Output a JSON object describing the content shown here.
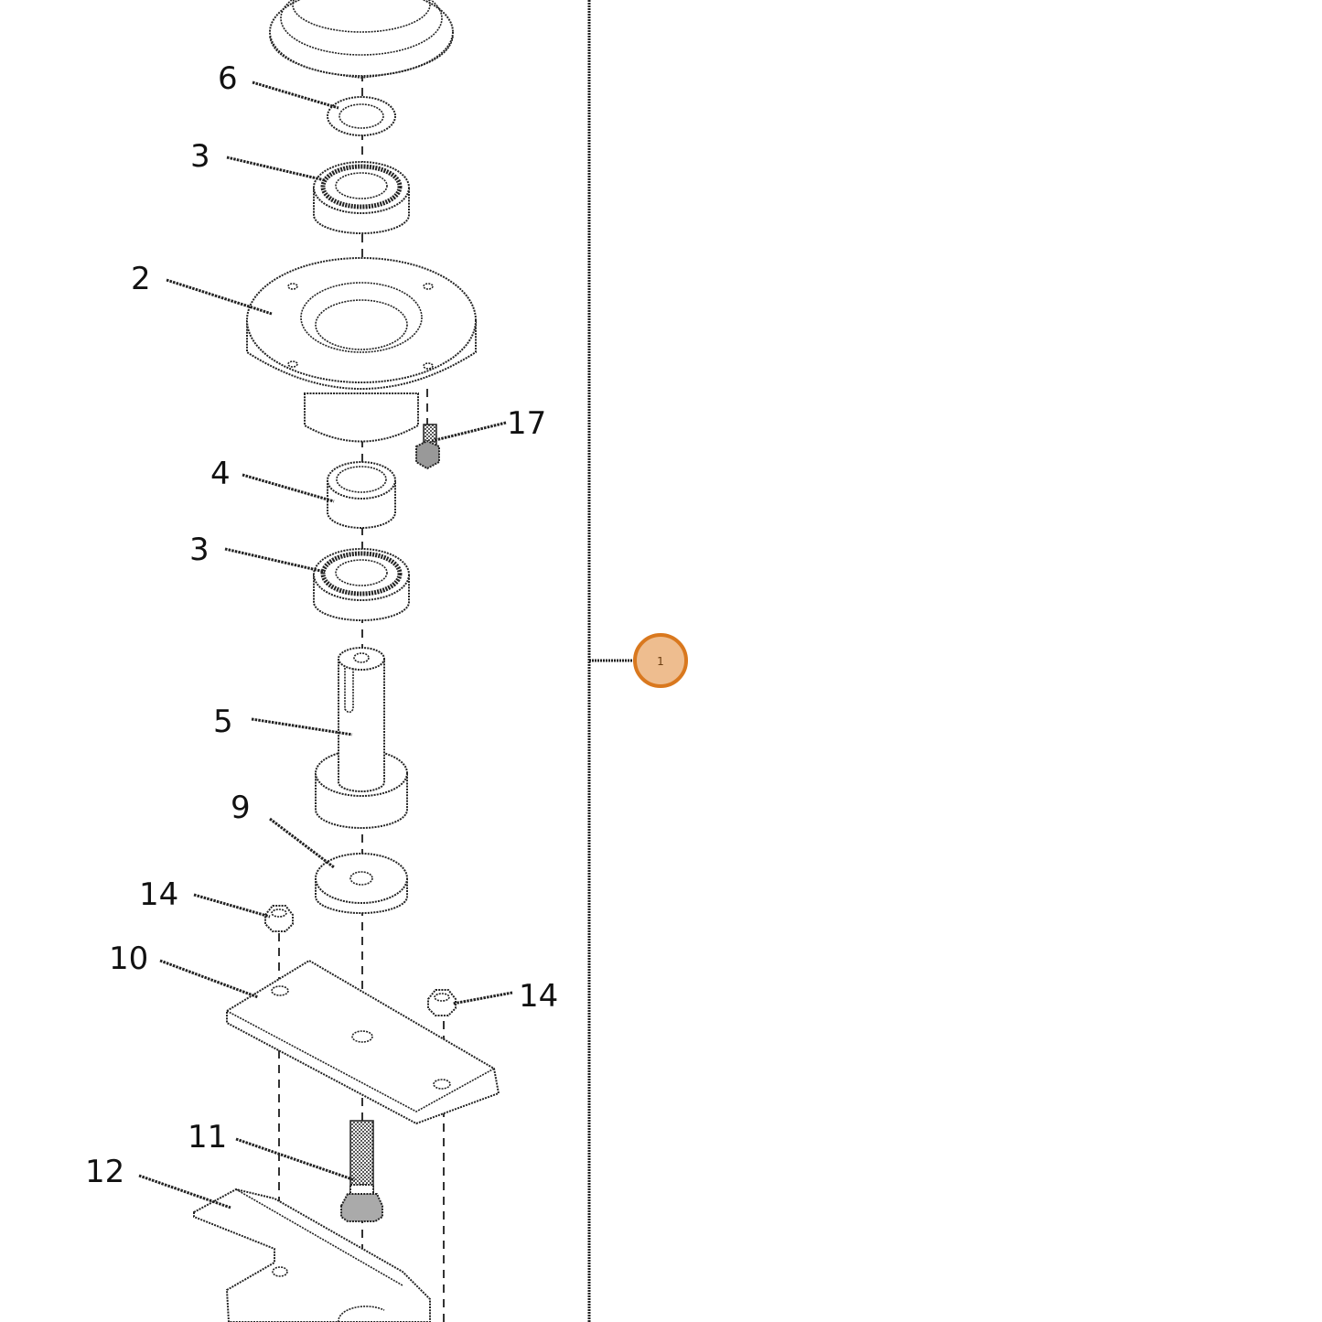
{
  "diagram": {
    "callouts": [
      {
        "id": "c6",
        "label": "6"
      },
      {
        "id": "c3a",
        "label": "3"
      },
      {
        "id": "c2",
        "label": "2"
      },
      {
        "id": "c17",
        "label": "17"
      },
      {
        "id": "c4",
        "label": "4"
      },
      {
        "id": "c3b",
        "label": "3"
      },
      {
        "id": "c5",
        "label": "5"
      },
      {
        "id": "c9",
        "label": "9"
      },
      {
        "id": "c14a",
        "label": "14"
      },
      {
        "id": "c10",
        "label": "10"
      },
      {
        "id": "c14b",
        "label": "14"
      },
      {
        "id": "c11",
        "label": "11"
      },
      {
        "id": "c12",
        "label": "12"
      }
    ],
    "hotspot": {
      "label": "1",
      "color": "#eebd8f",
      "border_color": "#d9781e"
    }
  }
}
